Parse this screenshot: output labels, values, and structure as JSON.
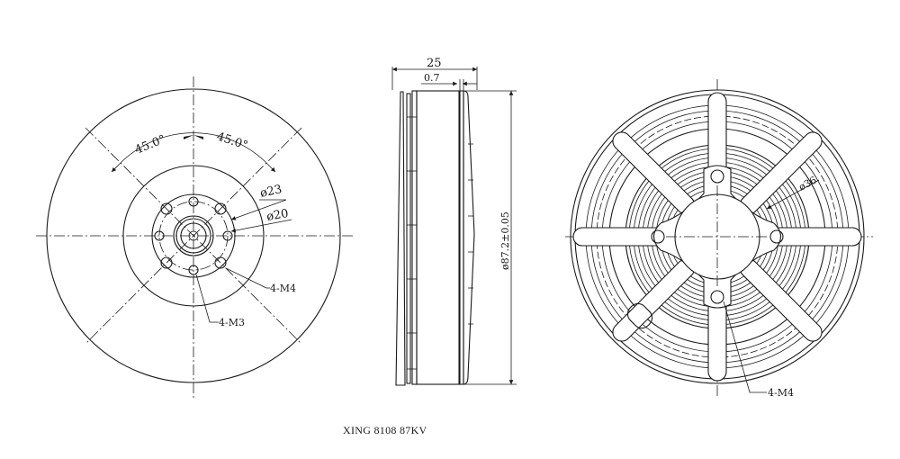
{
  "drawing": {
    "title": "XING 8108 87KV",
    "front_view": {
      "angle_left": "45.0°",
      "angle_right": "45.0°",
      "dia_outer_bolt_circle": "ø23",
      "dia_inner_bolt_circle": "ø20",
      "outer_holes": "4-M4",
      "inner_holes": "4-M3"
    },
    "side_view": {
      "width": "25",
      "gap": "0.7",
      "diameter": "ø87.2±0.05"
    },
    "rear_view": {
      "dia_center": "ø36",
      "holes": "4-M4"
    }
  }
}
